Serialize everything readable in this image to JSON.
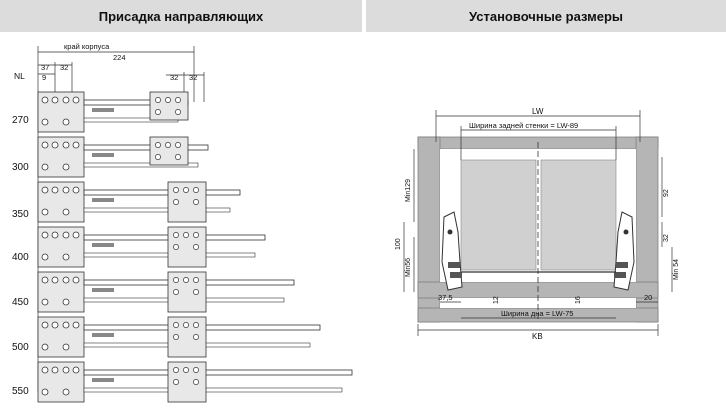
{
  "left": {
    "title": "Присадка направляющих",
    "dim_krai": "край корпуса",
    "dim_224": "224",
    "dim_37": "37",
    "dim_32a": "32",
    "dim_9": "9",
    "dim_32b": "32",
    "dim_32c": "32",
    "nl_label": "NL",
    "rows": [
      "270",
      "300",
      "350",
      "400",
      "450",
      "500",
      "550"
    ]
  },
  "right": {
    "title": "Установочные размеры",
    "lw": "LW",
    "back_wall": "Ширина задней стенки = LW-89",
    "bottom": "Ширина дна = LW-75",
    "kb": "KB",
    "min129": "Min129",
    "min56": "Min56",
    "d100": "100",
    "d92": "92",
    "d32": "32",
    "min54": "Min 54",
    "d37_5": "37,5",
    "d12": "12",
    "d16": "16",
    "d20": "20"
  }
}
